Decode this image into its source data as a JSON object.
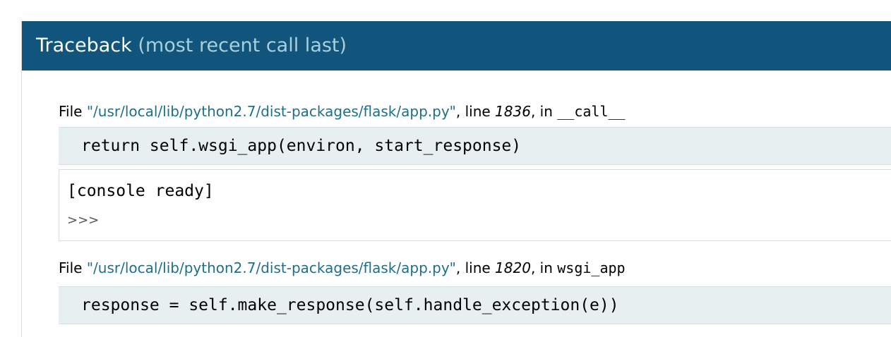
{
  "traceback": {
    "title": "Traceback",
    "subtitle": "(most recent call last)"
  },
  "frames": [
    {
      "file_prefix": "File ",
      "filename": "\"/usr/local/lib/python2.7/dist-packages/flask/app.py\"",
      "line_prefix": ", line ",
      "lineno": "1836",
      "in_prefix": ", in ",
      "function": "__call__",
      "code": "return self.wsgi_app(environ, start_response)"
    },
    {
      "file_prefix": "File ",
      "filename": "\"/usr/local/lib/python2.7/dist-packages/flask/app.py\"",
      "line_prefix": ", line ",
      "lineno": "1820",
      "in_prefix": ", in ",
      "function": "wsgi_app",
      "code": "response = self.make_response(self.handle_exception(e))"
    }
  ],
  "console": {
    "output": "[console ready]",
    "prompt": ">>>"
  }
}
